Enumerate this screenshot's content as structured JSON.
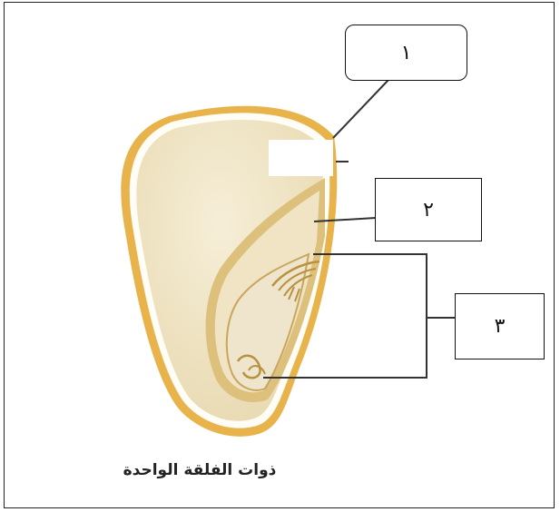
{
  "labels": {
    "one": "١",
    "two": "٢",
    "three": "٣"
  },
  "caption": "ذوات الفلقة الواحدة",
  "colors": {
    "seed_coat": "#e8b34a",
    "endosperm": "#f1e6c6",
    "embryo": "#eee5cc",
    "line": "#333333"
  }
}
